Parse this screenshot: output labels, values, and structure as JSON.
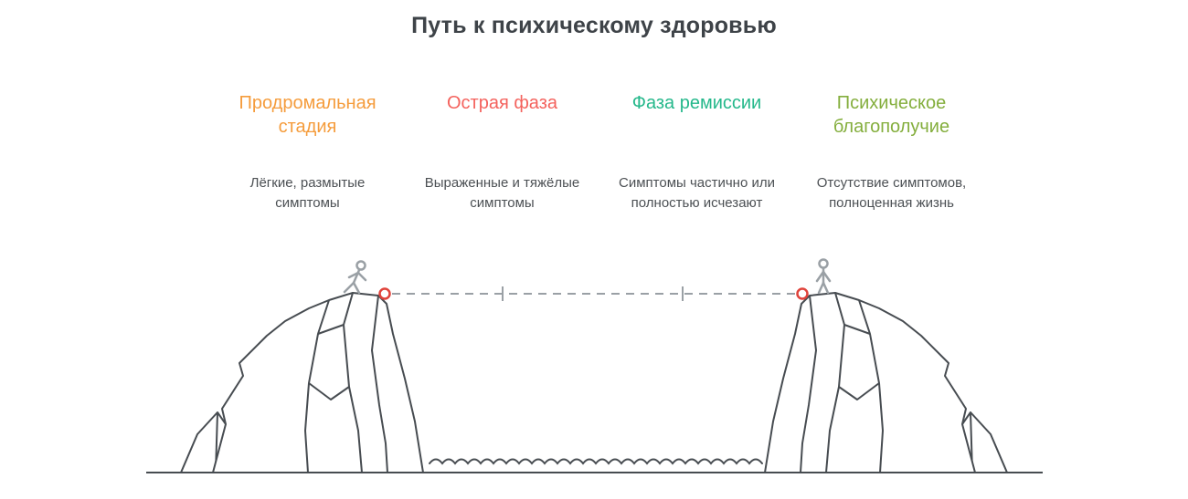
{
  "page": {
    "title": "Путь к психическому здоровью"
  },
  "stages": [
    {
      "label": "Продромальная стадия",
      "description": "Лёгкие, размытые симптомы",
      "color": "#f59c3c"
    },
    {
      "label": "Острая фаза",
      "description": "Выраженные и тяжёлые симптомы",
      "color": "#f4625d"
    },
    {
      "label": "Фаза ремиссии",
      "description": "Симптомы частично или полностью исчезают",
      "color": "#25b88b"
    },
    {
      "label": "Психическое благополучие",
      "description": "Отсутствие симптомов, полноценная жизнь",
      "color": "#84ae3d"
    }
  ],
  "illustration": {
    "left_cliff": "cliff-icon",
    "right_cliff": "cliff-icon",
    "left_figure": "walking-person-icon",
    "right_figure": "standing-person-icon",
    "rope": "dashed-tightrope-line",
    "anchors": "red-ring-anchor",
    "water": "wavy-water-line",
    "ground": "ground-baseline",
    "anchor_color": "#e0433b",
    "outline_color": "#474c51",
    "rope_color": "#9aa0a5"
  }
}
